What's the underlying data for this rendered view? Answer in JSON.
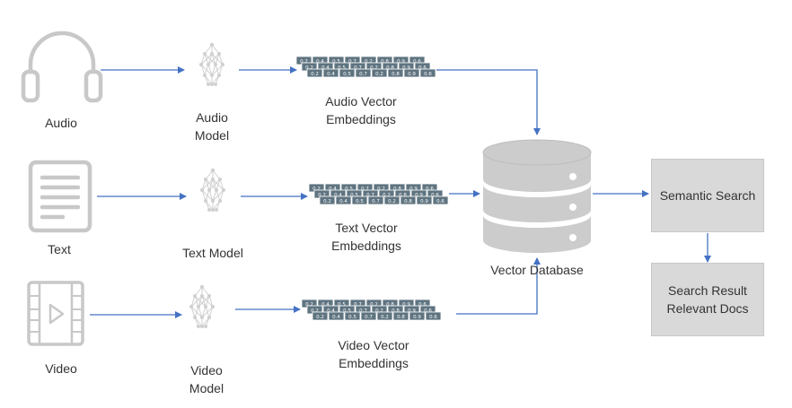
{
  "inputs": {
    "audio": {
      "icon": "headphones-icon",
      "label": "Audio"
    },
    "text": {
      "icon": "document-icon",
      "label": "Text"
    },
    "video": {
      "icon": "video-icon",
      "label": "Video"
    }
  },
  "models": {
    "audio": {
      "icon": "neural-network-icon",
      "label": "Audio\nModel"
    },
    "text": {
      "icon": "neural-network-icon",
      "label": "Text Model"
    },
    "video": {
      "icon": "neural-network-icon",
      "label": "Video\nModel"
    }
  },
  "embeddings": {
    "audio_label": "Audio Vector\nEmbeddings",
    "text_label": "Text Vector\nEmbeddings",
    "video_label": "Video Vector\nEmbeddings",
    "values": [
      "0.2",
      "0.4",
      "0.5",
      "0.7",
      "0.2",
      "0.8",
      "0.9",
      "0.6"
    ],
    "strip_color": "#5f7480"
  },
  "database": {
    "icon": "database-icon",
    "label": "Vector Database"
  },
  "semantic_search": {
    "label": "Semantic Search"
  },
  "result": {
    "label": "Search Result\nRelevant Docs"
  },
  "colors": {
    "arrow": "#4472c4",
    "icon_gray": "#c8c8c8",
    "box": "#d9d9d9",
    "db": "#cccccc"
  }
}
